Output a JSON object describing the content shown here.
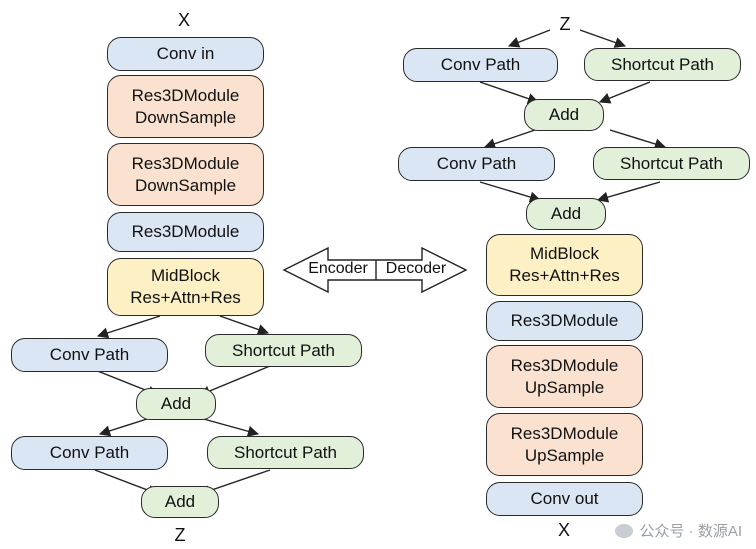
{
  "encoder": {
    "input": "X",
    "conv_in": "Conv in",
    "down1": {
      "line1": "Res3DModule",
      "line2": "DownSample"
    },
    "down2": {
      "line1": "Res3DModule",
      "line2": "DownSample"
    },
    "res": "Res3DModule",
    "mid": {
      "line1": "MidBlock",
      "line2": "Res+Attn+Res"
    },
    "conv_path_1": "Conv Path",
    "shortcut_path_1": "Shortcut Path",
    "add_1": "Add",
    "conv_path_2": "Conv Path",
    "shortcut_path_2": "Shortcut Path",
    "add_2": "Add",
    "output": "Z"
  },
  "center": {
    "encoder": "Encoder",
    "decoder": "Decoder"
  },
  "decoder": {
    "input": "Z",
    "conv_path_1": "Conv Path",
    "shortcut_path_1": "Shortcut Path",
    "add_1": "Add",
    "conv_path_2": "Conv Path",
    "shortcut_path_2": "Shortcut Path",
    "add_2": "Add",
    "mid": {
      "line1": "MidBlock",
      "line2": "Res+Attn+Res"
    },
    "res": "Res3DModule",
    "up1": {
      "line1": "Res3DModule",
      "line2": "UpSample"
    },
    "up2": {
      "line1": "Res3DModule",
      "line2": "UpSample"
    },
    "conv_out": "Conv out",
    "output": "X"
  },
  "watermark": "公众号 · 数源AI",
  "colors": {
    "blue": "#dbe6f5",
    "orange": "#fbe2d0",
    "yellow": "#fdf0c4",
    "green": "#e2efd9"
  }
}
